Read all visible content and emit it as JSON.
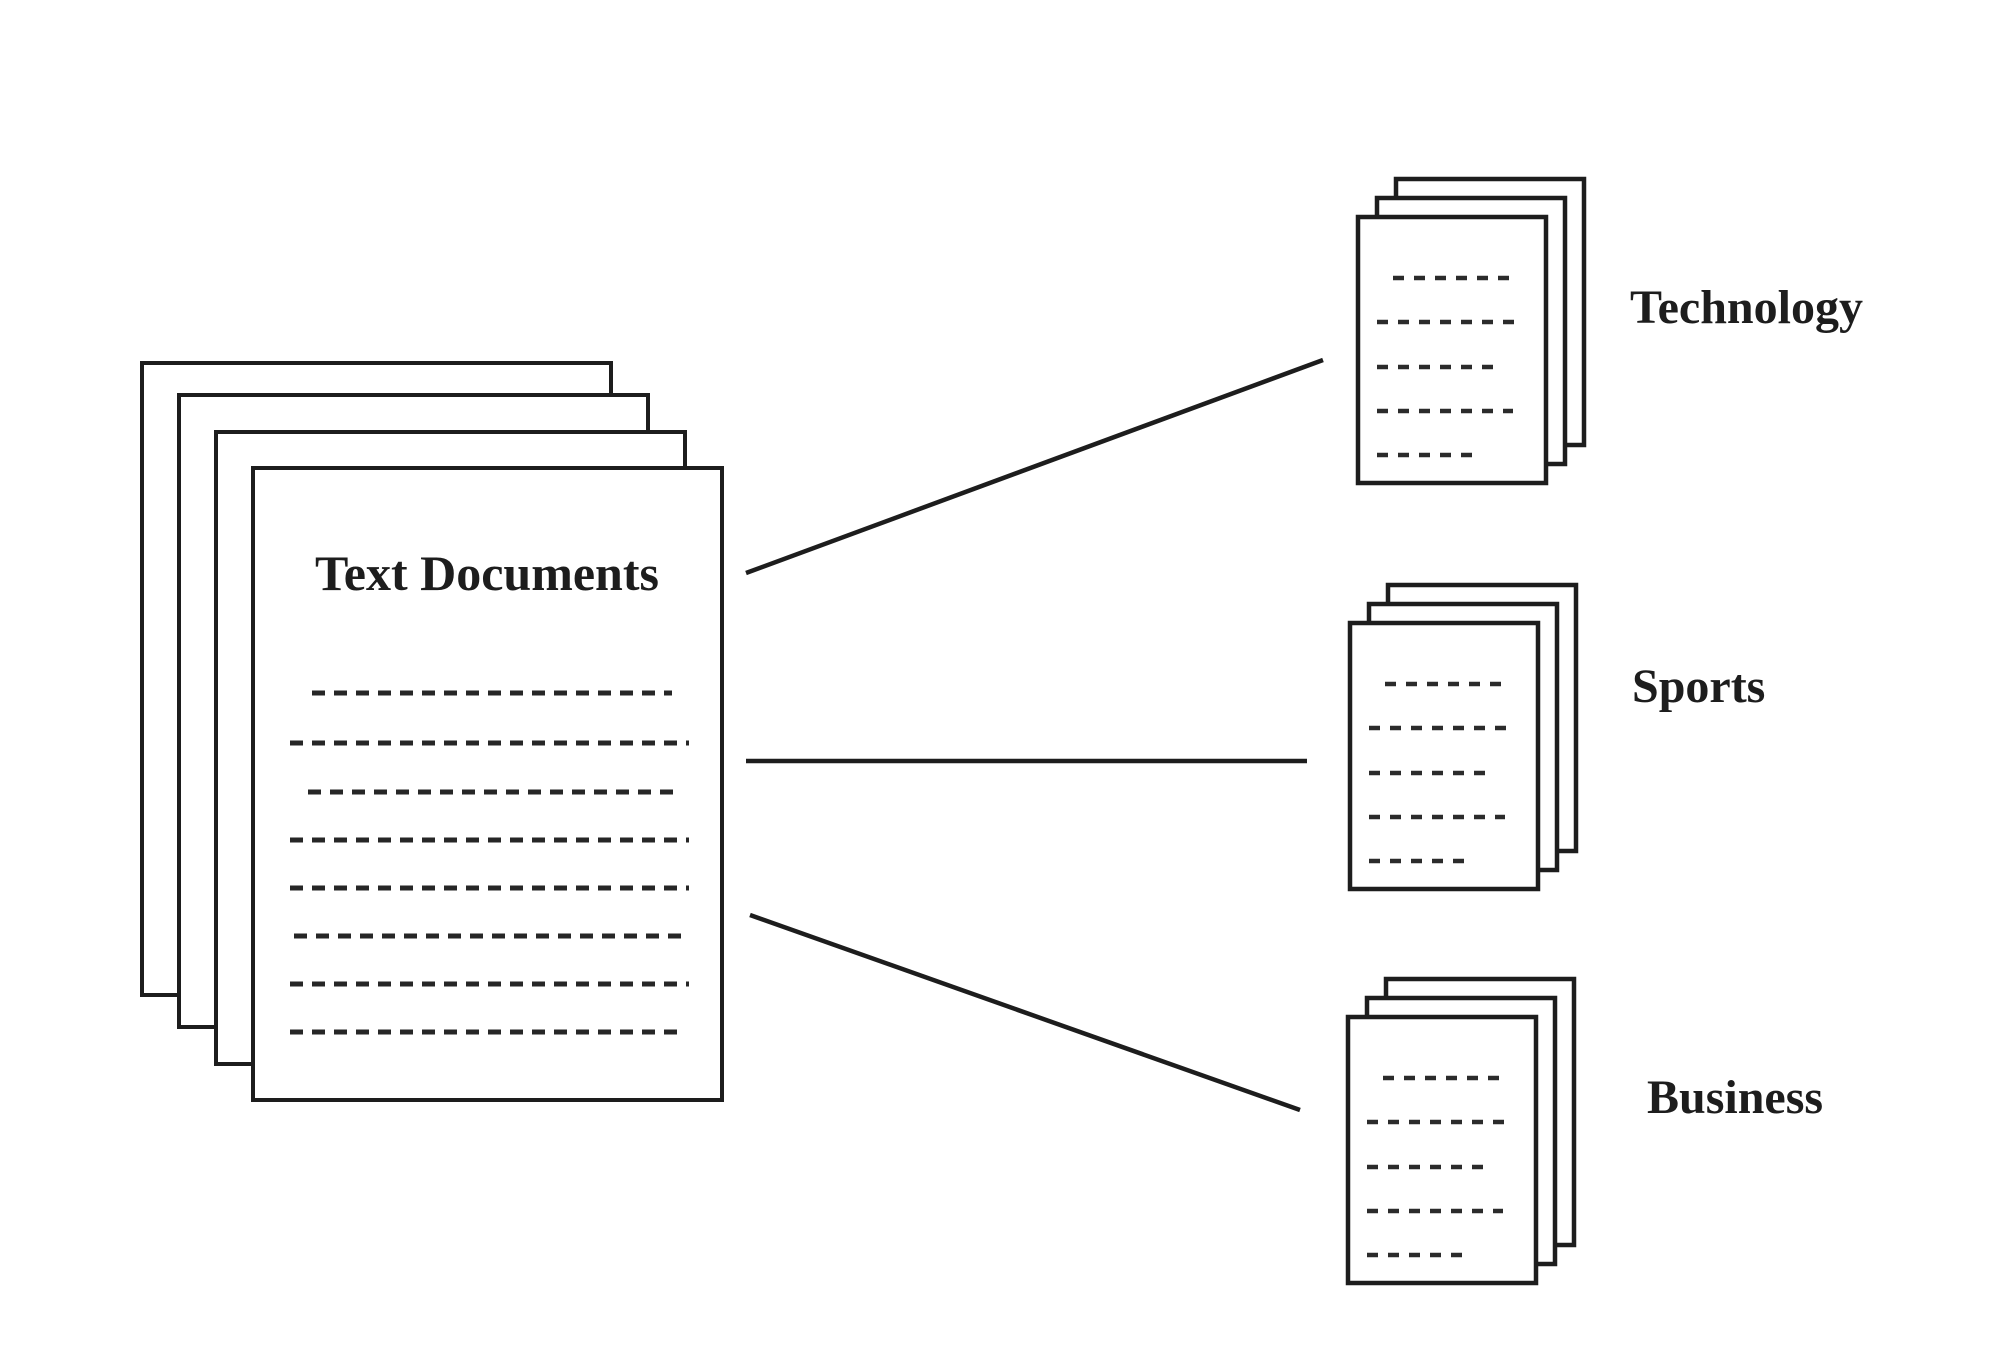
{
  "page": {
    "background_color": "#ffffff",
    "ink_color": "#1d1d1d",
    "paper_color": "#ffffff"
  },
  "diagram": {
    "type": "document-classification",
    "source_stack": {
      "label": "Text Documents",
      "sheet_count": 4,
      "body_line_count": 8
    },
    "category_stacks": [
      {
        "id": "technology",
        "label": "Technology",
        "sheet_count": 3,
        "body_line_count": 5
      },
      {
        "id": "sports",
        "label": "Sports",
        "sheet_count": 3,
        "body_line_count": 5
      },
      {
        "id": "business",
        "label": "Business",
        "sheet_count": 3,
        "body_line_count": 5
      }
    ],
    "edges": [
      {
        "from": "Text Documents",
        "to": "Technology"
      },
      {
        "from": "Text Documents",
        "to": "Sports"
      },
      {
        "from": "Text Documents",
        "to": "Business"
      }
    ]
  }
}
